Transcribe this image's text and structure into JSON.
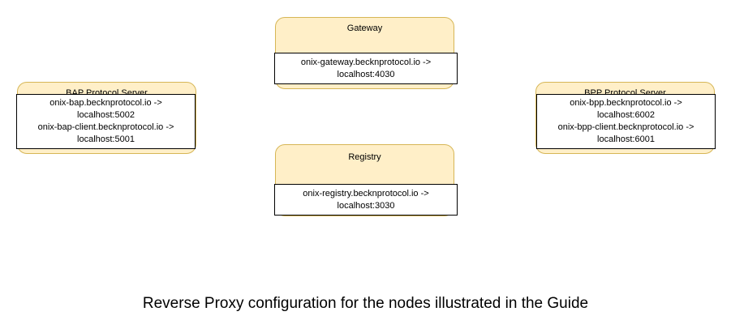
{
  "diagram": {
    "type": "network-architecture",
    "background_color": "#ffffff",
    "node_fill_color": "#ffefc8",
    "node_border_color": "#d6b656",
    "detail_border_color": "#000000",
    "detail_fill_color": "#ffffff",
    "nodes": [
      {
        "id": "bap",
        "title": "BAP Protocol Server",
        "mappings": [
          "onix-bap.becknprotocol.io ->",
          "localhost:5002",
          "onix-bap-client.becknprotocol.io ->",
          "localhost:5001"
        ]
      },
      {
        "id": "gateway",
        "title": "Gateway",
        "mappings": [
          "onix-gateway.becknprotocol.io ->",
          "localhost:4030"
        ]
      },
      {
        "id": "registry",
        "title": "Registry",
        "mappings": [
          "onix-registry.becknprotocol.io ->",
          "localhost:3030"
        ]
      },
      {
        "id": "bpp",
        "title": "BPP Protocol Server",
        "mappings": [
          "onix-bpp.becknprotocol.io ->",
          "localhost:6002",
          "onix-bpp-client.becknprotocol.io ->",
          "localhost:6001"
        ]
      }
    ]
  },
  "caption": "Reverse Proxy configuration for the nodes illustrated in the Guide"
}
